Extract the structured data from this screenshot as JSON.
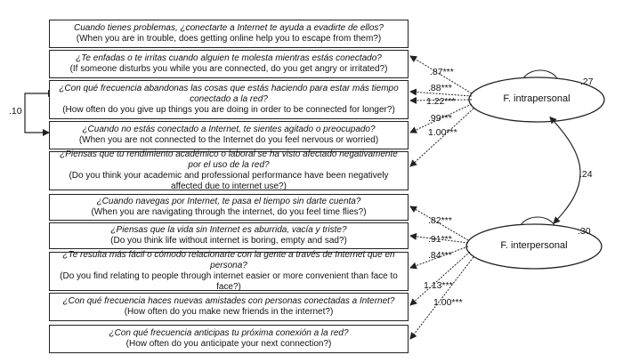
{
  "items": [
    {
      "es": "Cuando tienes problemas, ¿conectarte a Internet te ayuda a evadirte de ellos?",
      "en": "(When you are in trouble, does getting online help you to escape from them?)"
    },
    {
      "es": "¿Te enfadas o te irritas cuando alguien te molesta mientras estás conectado?",
      "en": "(If someone disturbs you while you are connected, do you get angry or irritated?)"
    },
    {
      "es": "¿Con qué frecuencia abandonas las cosas que estás haciendo para estar más tiempo conectado a la red?",
      "en": "(How often do you give up things you are doing in order to be connected for longer?)"
    },
    {
      "es": "¿Cuando no estás conectado a Internet, te sientes agitado o preocupado?",
      "en": "(When you are not connected to the Internet do you feel nervous or worried)"
    },
    {
      "es": "¿Piensas que tu rendimiento académico o laboral se ha visto afectado negativamente por el uso de la red?",
      "en": "(Do you think your academic and professional performance have been negatively affected due to internet use?)"
    },
    {
      "es": "¿Cuando navegas por Internet, te pasa el tiempo sin darte cuenta?",
      "en": "(When you are navigating through the internet, do you feel time flies?)"
    },
    {
      "es": "¿Piensas que la vida sin Internet es aburrida, vacía y triste?",
      "en": "(Do you think life without internet is boring, empty and sad?)"
    },
    {
      "es": "¿Te resulta más fácil o cómodo relacionarte con la gente a través de Internet que en persona?",
      "en": "(Do you find relating to people through internet easier or more convenient than face to face?)"
    },
    {
      "es": "¿Con qué frecuencia haces nuevas amistades con personas conectadas a Internet?",
      "en": "(How often do you make new friends in the internet?)"
    },
    {
      "es": "¿Con qué frecuencia anticipas tu próxima conexión a la red?",
      "en": "(How often do you anticipate your next connection?)"
    }
  ],
  "factors": [
    {
      "label": "F. intrapersonal",
      "variance": ".27"
    },
    {
      "label": "F. interpersonal",
      "variance": ".30"
    }
  ],
  "loadings_intra": [
    ".87***",
    ".88***",
    "1.22***",
    ".99***",
    "1.00***"
  ],
  "loadings_inter": [
    ".82***",
    ".91***",
    ".84***",
    "1.13***",
    "1.00***"
  ],
  "factor_correlation": ".24",
  "error_correlation": ".10"
}
